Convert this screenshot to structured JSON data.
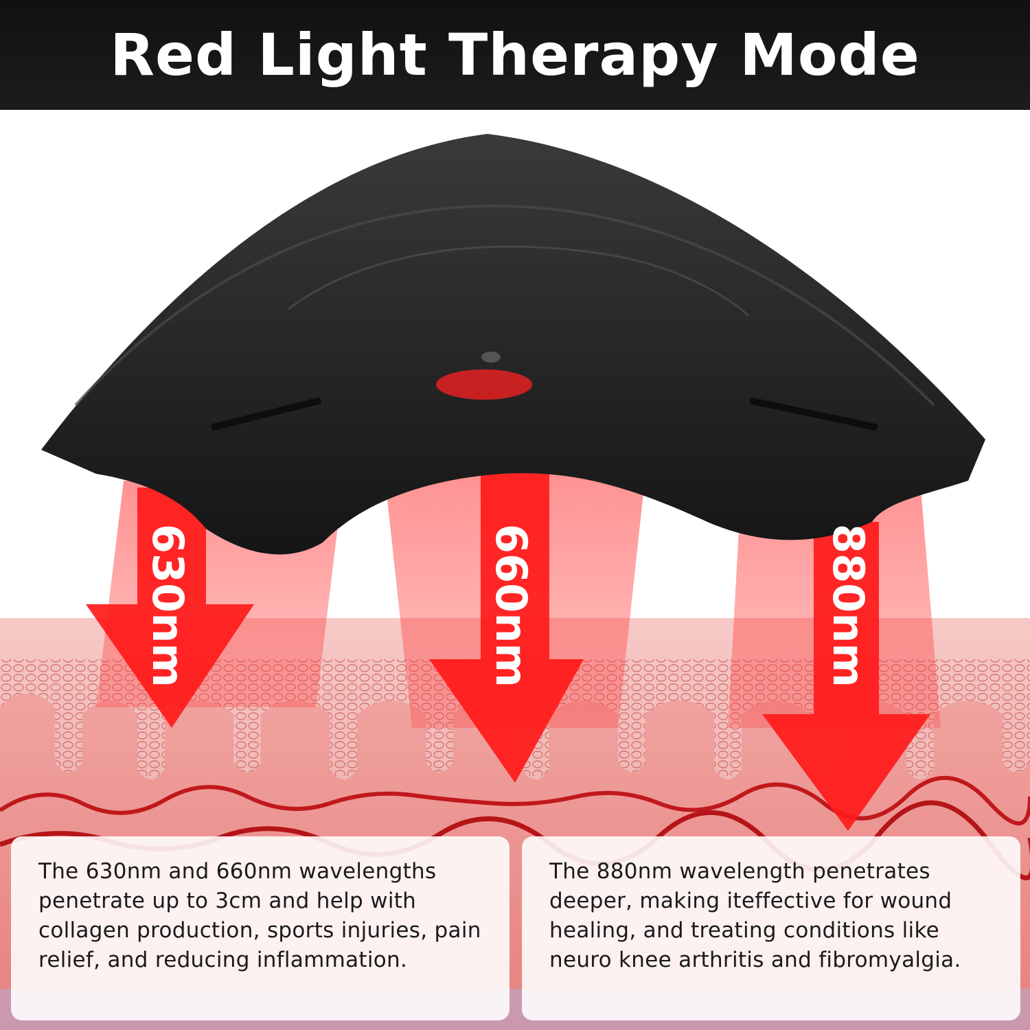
{
  "title": "Red Light Therapy Mode",
  "wavelengths": [
    {
      "label": "630nm"
    },
    {
      "label": "660nm"
    },
    {
      "label": "880nm"
    }
  ],
  "descriptions": {
    "left": "The 630nm and 660nm wavelengths penetrate up to 3cm and help with collagen production,  sports injuries, pain relief, and reducing inflammation.",
    "right": "The 880nm wavelength penetrates deeper, making iteffective for wound healing, and treating conditions like neuro knee arthritis and fibromyalgia."
  },
  "colors": {
    "header_bg": "#111111",
    "device": "#2a2a2a",
    "beam": "#ff2a2a",
    "skin": "#e9a0a0"
  }
}
